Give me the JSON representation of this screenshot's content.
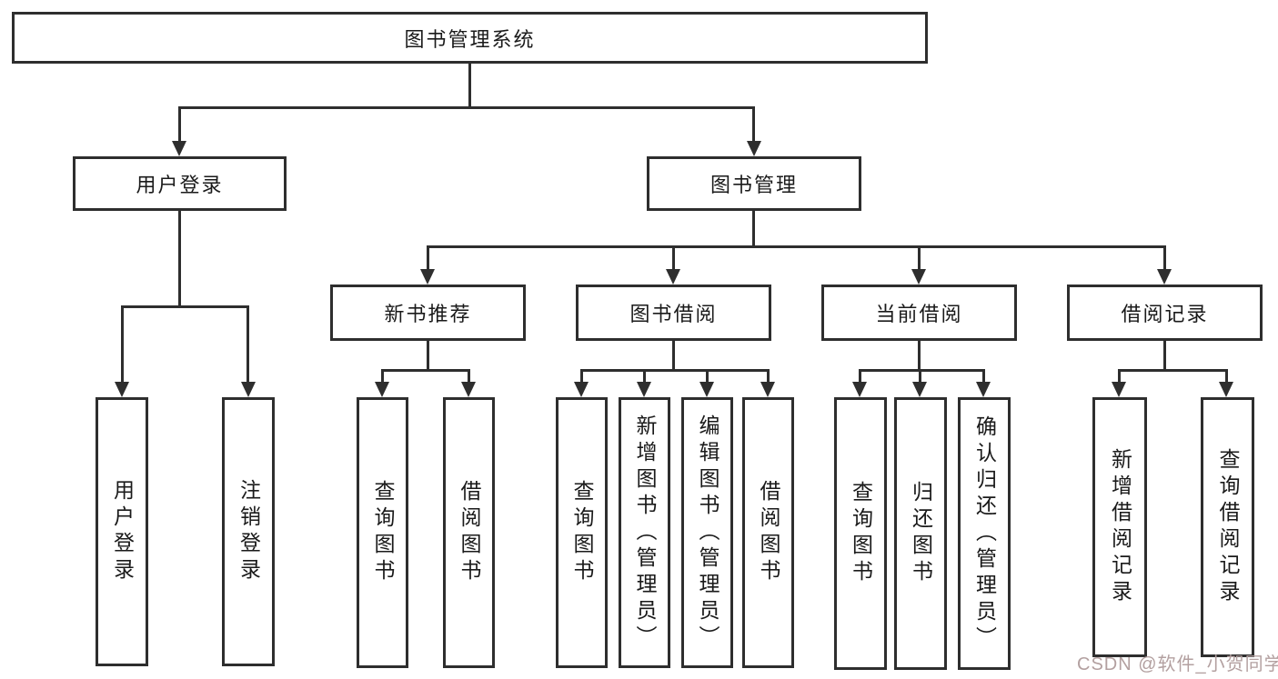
{
  "diagram": {
    "title": "图书管理系统",
    "level2": [
      {
        "label": "用户登录"
      },
      {
        "label": "图书管理"
      }
    ],
    "level3": [
      {
        "label": "新书推荐"
      },
      {
        "label": "图书借阅"
      },
      {
        "label": "当前借阅"
      },
      {
        "label": "借阅记录"
      }
    ],
    "leaves": {
      "login": [
        {
          "label": "用户登录"
        },
        {
          "label": "注销登录"
        }
      ],
      "recommend": [
        {
          "label": "查询图书"
        },
        {
          "label": "借阅图书"
        }
      ],
      "borrow": [
        {
          "label": "查询图书"
        },
        {
          "label": "新增图书（管理员）"
        },
        {
          "label": "编辑图书（管理员）"
        },
        {
          "label": "借阅图书"
        }
      ],
      "current": [
        {
          "label": "查询图书"
        },
        {
          "label": "归还图书"
        },
        {
          "label": "确认归还（管理员）"
        }
      ],
      "record": [
        {
          "label": "新增借阅记录"
        },
        {
          "label": "查询借阅记录"
        }
      ]
    },
    "watermark": "CSDN @软件_小贺同学",
    "colors": {
      "line": "#2e2e2e",
      "text": "#1a1a1a",
      "watermark": "#b3a0a0",
      "background": "#ffffff"
    }
  }
}
